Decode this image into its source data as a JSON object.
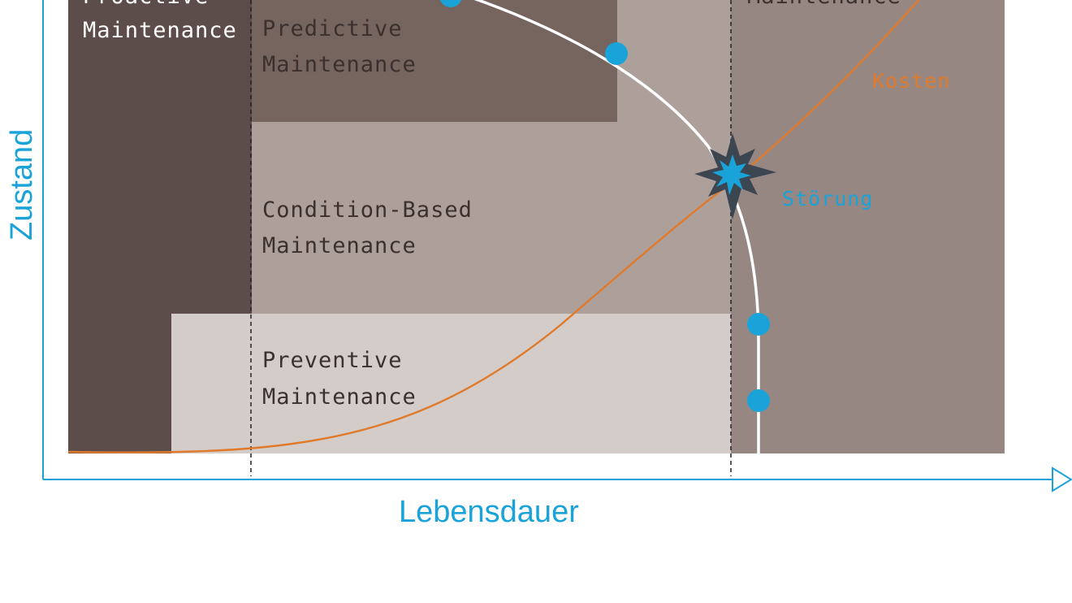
{
  "colors": {
    "background": "#ffffff",
    "proactive_zone": "#5c4d4a",
    "predictive_zone": "#76645f",
    "condition_zone": "#ada09b",
    "preventive_zone": "#d4ccc9",
    "reactive_zone": "#978783",
    "axis": "#1aa3d9",
    "condition_curve": "#ffffff",
    "cost_curve": "#e07a2a",
    "marker": "#1aa3d9",
    "failure_burst": "#3b4650",
    "dark_text": "#3a302e",
    "light_text": "#ffffff"
  },
  "zones": {
    "proactive": {
      "line1": "Proactive",
      "line2": "Maintenance"
    },
    "predictive": {
      "line1": "Predictive",
      "line2": "Maintenance"
    },
    "condition_based": {
      "line1": "Condition-Based",
      "line2": "Maintenance"
    },
    "preventive": {
      "line1": "Preventive",
      "line2": "Maintenance"
    },
    "reactive": {
      "line2": "Maintenance"
    }
  },
  "curves": {
    "cost_label": "Kosten",
    "failure_label": "Störung"
  },
  "axes": {
    "y_label": "Zustand",
    "x_label": "Lebensdauer"
  }
}
